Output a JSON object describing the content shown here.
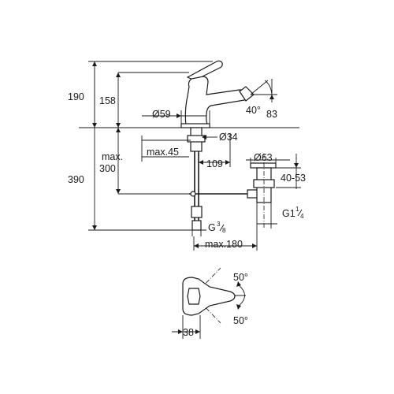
{
  "dimensions": {
    "total_height": "390",
    "upper_height": "190",
    "spout_height": "158",
    "lower_max_a": "max.",
    "lower_max_b": "300",
    "base_diameter": "Ø59",
    "hole_diameter": "Ø34",
    "spray_angle": "40°",
    "spray_height": "83",
    "under_depth": "max.45",
    "spout_reach": "109",
    "waste_diameter": "Ø63",
    "waste_range": "40-53",
    "waste_thread_main": "G1",
    "waste_thread_num": "1",
    "waste_thread_den": "4",
    "supply_thread_main": "G",
    "supply_thread_num": "3",
    "supply_thread_den": "8",
    "pull_rod_reach": "max.180",
    "angle_upper": "50°",
    "angle_lower": "50°",
    "handle_offset": "38"
  }
}
